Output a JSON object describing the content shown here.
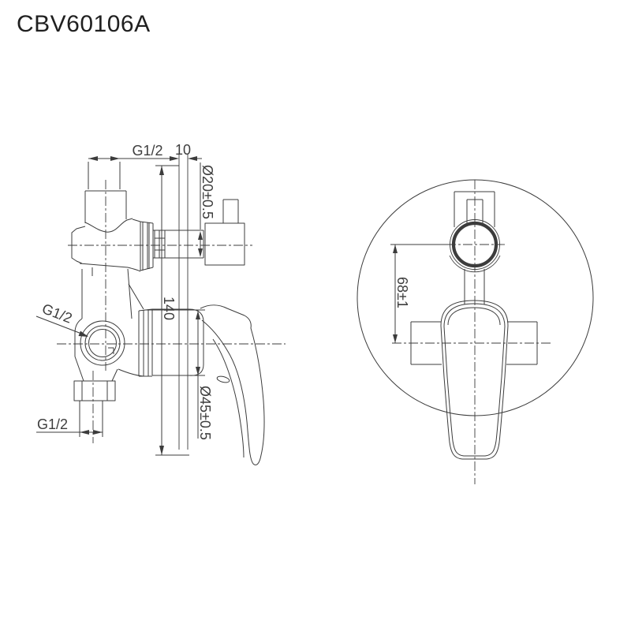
{
  "title": "CBV60106A",
  "side_view": {
    "top_thread": "G1/2",
    "wall_offset": "10",
    "outlet_diameter": "Ø20±0.5",
    "total_height": "140",
    "trim_diameter": "Ø45±0.5",
    "side_thread": "G1/2",
    "bottom_thread": "G1/2"
  },
  "front_view": {
    "center_distance": "68±1"
  },
  "colors": {
    "background": "#ffffff",
    "line": "#3c3c3c",
    "text": "#3d3d3d",
    "title_text": "#202020"
  }
}
